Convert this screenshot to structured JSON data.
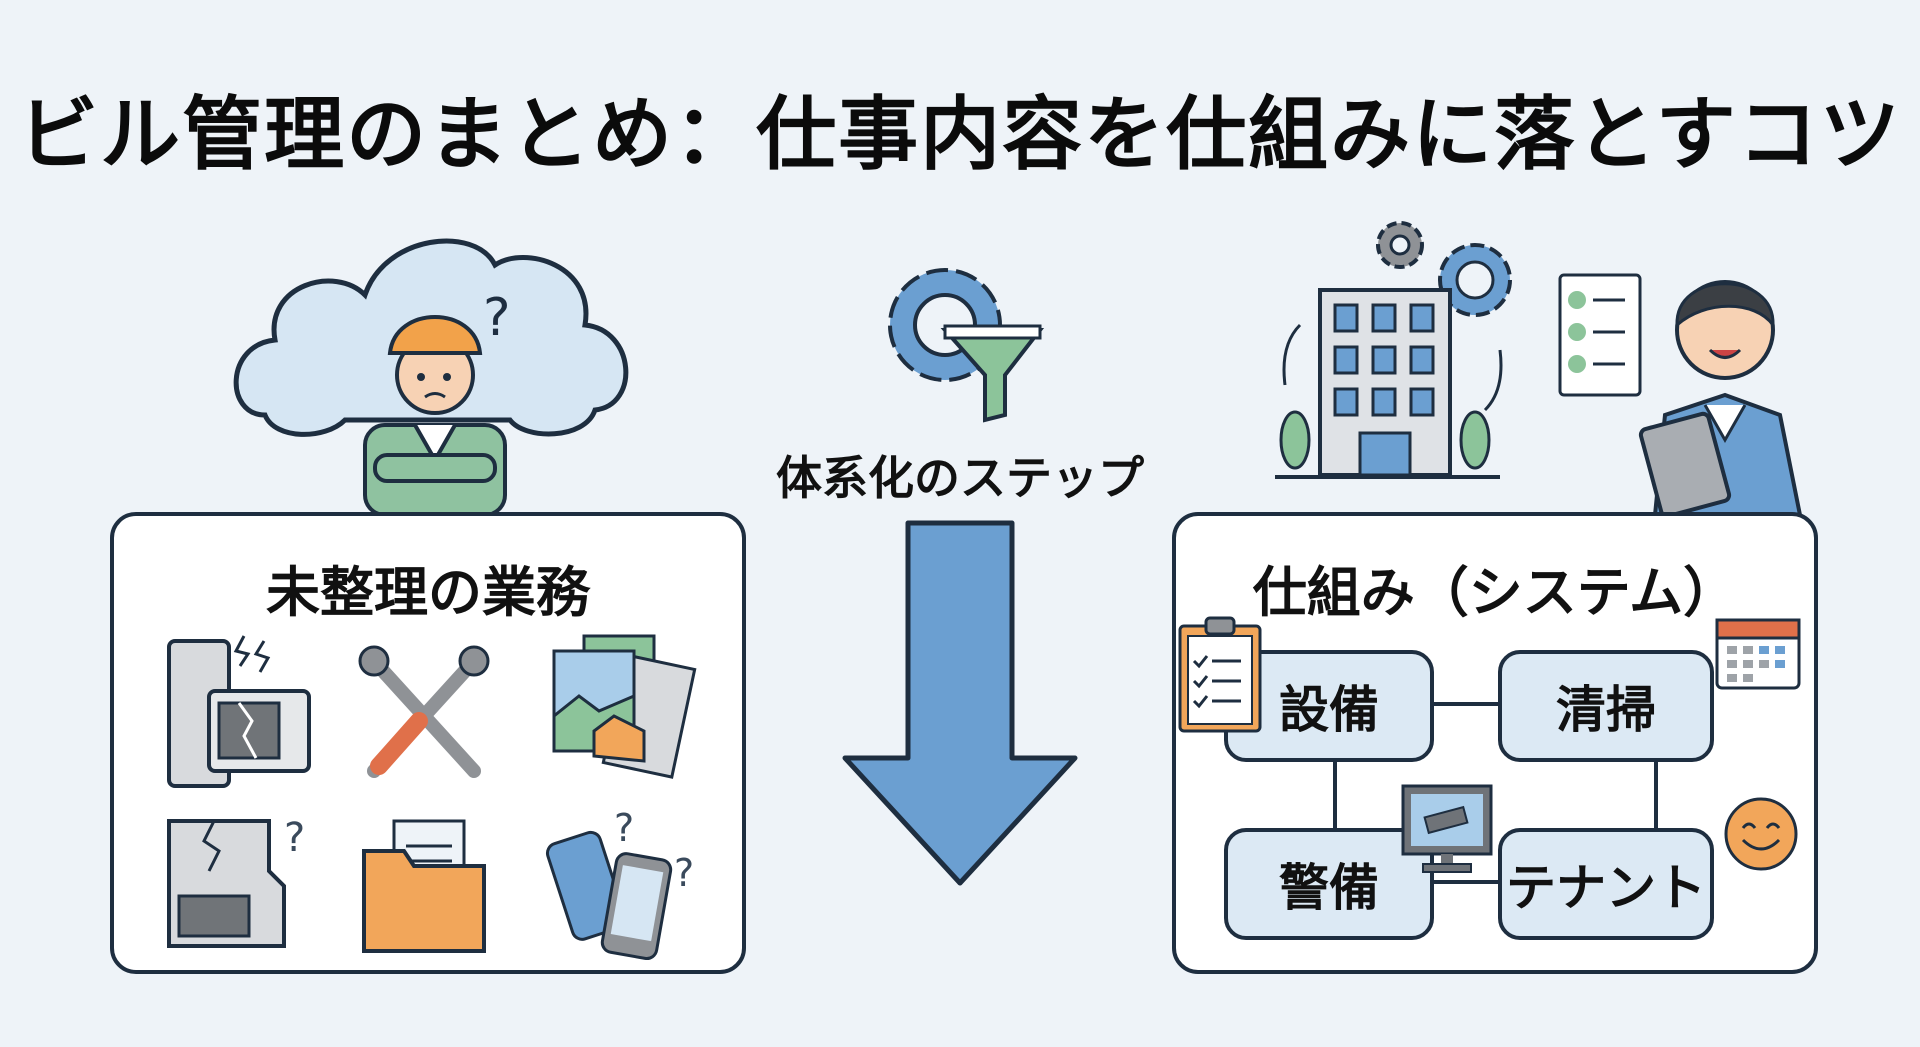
{
  "title": "ビル管理のまとめ：仕事内容を仕組みに落とすコツ",
  "left_panel": {
    "title": "未整理の業務",
    "illustration": "confused-worker-with-hardhat",
    "icons": [
      "broken-appliances-icon",
      "crossed-wrenches-icon",
      "scattered-photos-icon",
      "broken-microwave-question-icon",
      "document-folder-icon",
      "smartphones-question-icon"
    ]
  },
  "center": {
    "icon": "gear-funnel-icon",
    "label": "体系化のステップ",
    "arrow": "down-arrow"
  },
  "right_panel": {
    "title": "仕組み（システム）",
    "illustration": "business-person-with-tablet",
    "nodes": [
      {
        "label": "設備",
        "icon": "clipboard-checklist-icon"
      },
      {
        "label": "清掃",
        "icon": "calendar-icon"
      },
      {
        "label": "警備",
        "icon": "security-camera-monitor-icon"
      },
      {
        "label": "テナント",
        "icon": "smiley-face-icon"
      }
    ]
  },
  "colors": {
    "background": "#eef3f8",
    "outline": "#1e2e40",
    "accent_blue": "#6b9fd1",
    "accent_green": "#8cc49a",
    "accent_orange": "#f2a65a",
    "node_fill": "#dce9f4"
  }
}
